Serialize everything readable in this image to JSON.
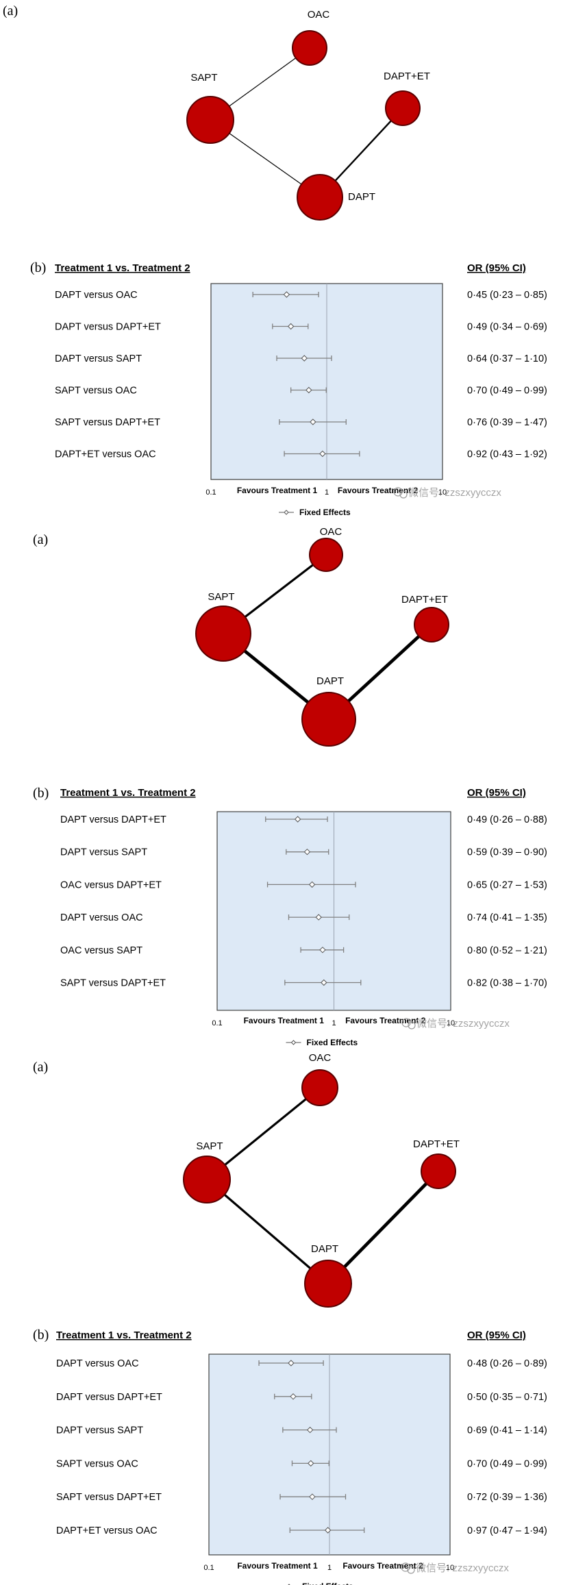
{
  "panel_letters": {
    "network": "(a)",
    "forest": "(b)"
  },
  "chart_data": [
    {
      "type": "network",
      "nodes": [
        {
          "label": "OAC",
          "size": "small"
        },
        {
          "label": "SAPT",
          "size": "large"
        },
        {
          "label": "DAPT+ET",
          "size": "small"
        },
        {
          "label": "DAPT",
          "size": "large"
        }
      ],
      "edges": [
        {
          "from": "SAPT",
          "to": "OAC",
          "weight": 1
        },
        {
          "from": "SAPT",
          "to": "DAPT",
          "weight": 1
        },
        {
          "from": "DAPT",
          "to": "DAPT+ET",
          "weight": 2
        }
      ]
    },
    {
      "type": "forest",
      "header_left": "Treatment 1 vs. Treatment 2",
      "header_right": "OR (95% CI)",
      "x_scale": "log",
      "x_range": [
        0.1,
        10
      ],
      "x_ticks": [
        {
          "value": 0.1,
          "label": "0.1"
        },
        {
          "value": 1,
          "label": "1"
        },
        {
          "value": 10,
          "label": "10"
        }
      ],
      "favours_left": "Favours Treatment 1",
      "favours_right": "Favours Treatment 2",
      "legend": "Fixed Effects",
      "rows": [
        {
          "label": "DAPT versus OAC",
          "or": 0.45,
          "lo": 0.23,
          "hi": 0.85,
          "text": "0·45 (0·23 – 0·85)"
        },
        {
          "label": "DAPT versus DAPT+ET",
          "or": 0.49,
          "lo": 0.34,
          "hi": 0.69,
          "text": "0·49 (0·34 – 0·69)"
        },
        {
          "label": "DAPT versus SAPT",
          "or": 0.64,
          "lo": 0.37,
          "hi": 1.1,
          "text": "0·64 (0·37 – 1·10)"
        },
        {
          "label": "SAPT versus OAC",
          "or": 0.7,
          "lo": 0.49,
          "hi": 0.99,
          "text": "0·70 (0·49 – 0·99)"
        },
        {
          "label": "SAPT versus DAPT+ET",
          "or": 0.76,
          "lo": 0.39,
          "hi": 1.47,
          "text": "0·76 (0·39 – 1·47)"
        },
        {
          "label": "DAPT+ET versus OAC",
          "or": 0.92,
          "lo": 0.43,
          "hi": 1.92,
          "text": "0·92 (0·43 – 1·92)"
        }
      ]
    },
    {
      "type": "network",
      "nodes": [
        {
          "label": "OAC",
          "size": "small"
        },
        {
          "label": "SAPT",
          "size": "large"
        },
        {
          "label": "DAPT+ET",
          "size": "small"
        },
        {
          "label": "DAPT",
          "size": "large"
        }
      ],
      "edges": [
        {
          "from": "SAPT",
          "to": "OAC",
          "weight": 2
        },
        {
          "from": "SAPT",
          "to": "DAPT",
          "weight": 3
        },
        {
          "from": "DAPT",
          "to": "DAPT+ET",
          "weight": 3
        }
      ]
    },
    {
      "type": "forest",
      "header_left": "Treatment 1 vs. Treatment 2",
      "header_right": "OR (95% CI)",
      "x_scale": "log",
      "x_range": [
        0.1,
        10
      ],
      "x_ticks": [
        {
          "value": 0.1,
          "label": "0.1"
        },
        {
          "value": 1,
          "label": "1"
        },
        {
          "value": 10,
          "label": "10"
        }
      ],
      "favours_left": "Favours Treatment 1",
      "favours_right": "Favours Treatment 2",
      "legend": "Fixed Effects",
      "rows": [
        {
          "label": "DAPT versus DAPT+ET",
          "or": 0.49,
          "lo": 0.26,
          "hi": 0.88,
          "text": "0·49 (0·26 – 0·88)"
        },
        {
          "label": "DAPT versus SAPT",
          "or": 0.59,
          "lo": 0.39,
          "hi": 0.9,
          "text": "0·59 (0·39 – 0·90)"
        },
        {
          "label": "OAC versus DAPT+ET",
          "or": 0.65,
          "lo": 0.27,
          "hi": 1.53,
          "text": "0·65 (0·27 – 1·53)"
        },
        {
          "label": "DAPT versus OAC",
          "or": 0.74,
          "lo": 0.41,
          "hi": 1.35,
          "text": "0·74 (0·41 – 1·35)"
        },
        {
          "label": "OAC versus SAPT",
          "or": 0.8,
          "lo": 0.52,
          "hi": 1.21,
          "text": "0·80 (0·52 – 1·21)"
        },
        {
          "label": "SAPT versus DAPT+ET",
          "or": 0.82,
          "lo": 0.38,
          "hi": 1.7,
          "text": "0·82 (0·38 – 1·70)"
        }
      ]
    },
    {
      "type": "network",
      "nodes": [
        {
          "label": "OAC",
          "size": "small"
        },
        {
          "label": "SAPT",
          "size": "large"
        },
        {
          "label": "DAPT+ET",
          "size": "small"
        },
        {
          "label": "DAPT",
          "size": "large"
        }
      ],
      "edges": [
        {
          "from": "SAPT",
          "to": "OAC",
          "weight": 2
        },
        {
          "from": "SAPT",
          "to": "DAPT",
          "weight": 2
        },
        {
          "from": "DAPT",
          "to": "DAPT+ET",
          "weight": 3
        }
      ]
    },
    {
      "type": "forest",
      "header_left": "Treatment 1 vs. Treatment 2",
      "header_right": "OR (95% CI)",
      "x_scale": "log",
      "x_range": [
        0.1,
        10
      ],
      "x_ticks": [
        {
          "value": 0.1,
          "label": "0.1"
        },
        {
          "value": 1,
          "label": "1"
        },
        {
          "value": 10,
          "label": "10"
        }
      ],
      "favours_left": "Favours Treatment 1",
      "favours_right": "Favours Treatment 2",
      "legend": "Fixed Effects",
      "rows": [
        {
          "label": "DAPT versus OAC",
          "or": 0.48,
          "lo": 0.26,
          "hi": 0.89,
          "text": "0·48 (0·26 – 0·89)"
        },
        {
          "label": "DAPT versus DAPT+ET",
          "or": 0.5,
          "lo": 0.35,
          "hi": 0.71,
          "text": "0·50 (0·35 – 0·71)"
        },
        {
          "label": "DAPT versus SAPT",
          "or": 0.69,
          "lo": 0.41,
          "hi": 1.14,
          "text": "0·69 (0·41 – 1·14)"
        },
        {
          "label": "SAPT versus OAC",
          "or": 0.7,
          "lo": 0.49,
          "hi": 0.99,
          "text": "0·70 (0·49 – 0·99)"
        },
        {
          "label": "SAPT versus DAPT+ET",
          "or": 0.72,
          "lo": 0.39,
          "hi": 1.36,
          "text": "0·72 (0·39 – 1·36)"
        },
        {
          "label": "DAPT+ET versus OAC",
          "or": 0.97,
          "lo": 0.47,
          "hi": 1.94,
          "text": "0·97 (0·47 – 1·94)"
        }
      ]
    }
  ],
  "watermark": "微信号: zzszxyycczx",
  "colors": {
    "node_fill": "#c00000",
    "node_stroke": "#5a0000",
    "plot_bg": "#dde9f6",
    "plot_border": "#404040",
    "ci_line": "#808080"
  }
}
